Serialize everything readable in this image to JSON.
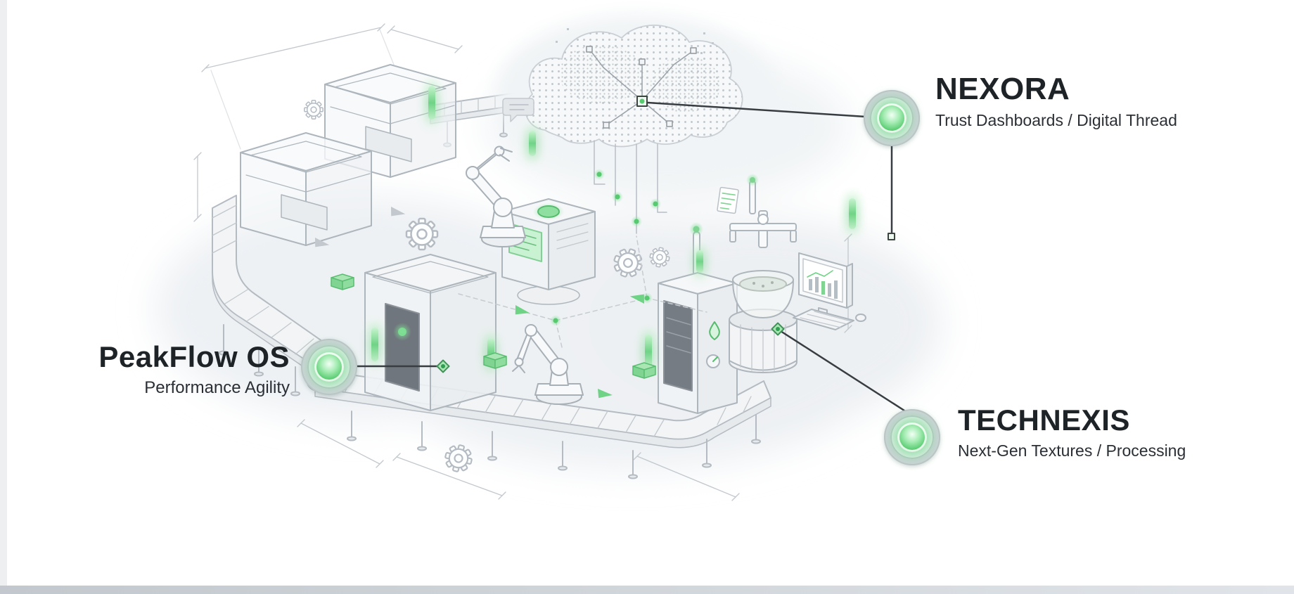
{
  "callouts": {
    "nexora": {
      "title": "NEXORA",
      "subtitle": "Trust Dashboards / Digital Thread"
    },
    "peakflow": {
      "title": "PeakFlow OS",
      "subtitle": "Performance Agility"
    },
    "technexis": {
      "title": "TECHNEXIS",
      "subtitle": "Next-Gen Textures / Processing"
    }
  },
  "colors": {
    "background": "#ffffff",
    "line_art": "#b6bdc4",
    "accent_green": "#53c96b",
    "accent_green_light": "#a9e6b4",
    "text": "#1e2328",
    "badge_ring": "#cfd4d9",
    "leader_line": "#383d42"
  },
  "icons": {
    "cloud-network-icon": "dotted halftone cloud with circuit nodes",
    "gear-icon": "toothed gear outline",
    "speech-bubble-icon": "rounded speech bubble",
    "document-icon": "tilted page with green text lines",
    "water-drop-icon": "teardrop outline",
    "bar-chart-icon": "mini bar chart on terminal screen",
    "robot-arm-icon": "articulated robot arm",
    "conveyor-icon": "isometric conveyor belt",
    "badge-icon": "green glowing concentric circle emblem"
  }
}
